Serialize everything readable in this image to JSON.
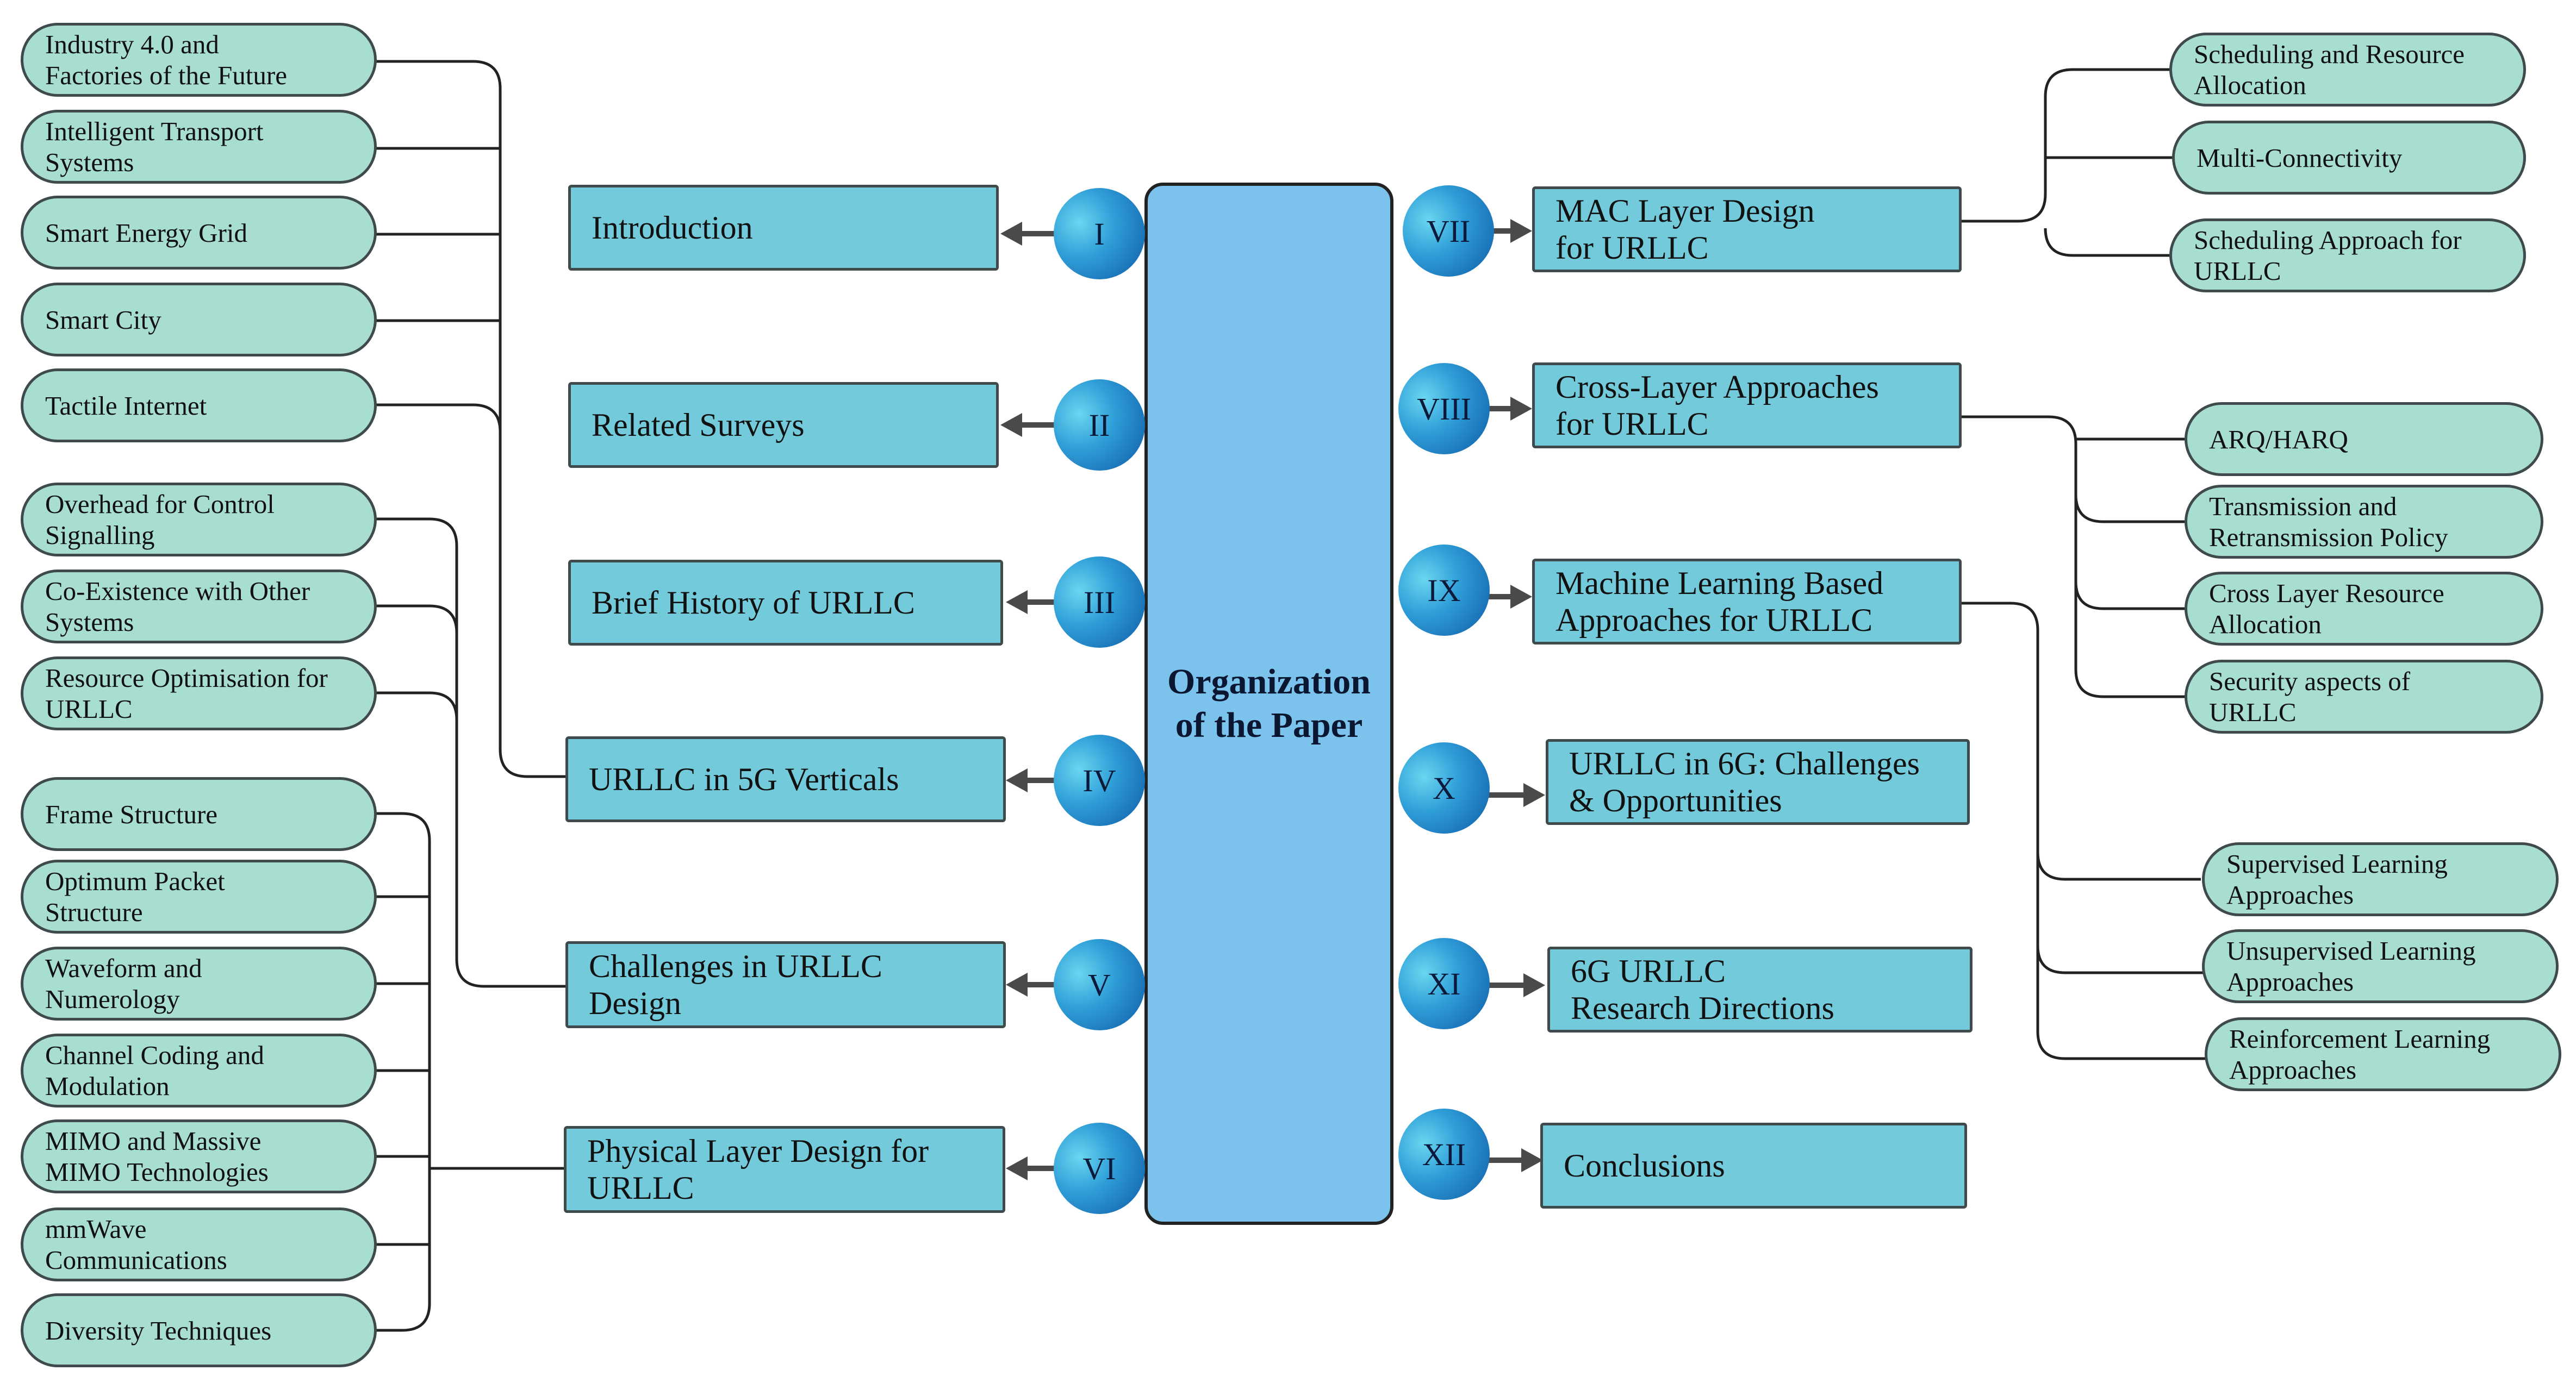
{
  "center_title": "Organization\nof the Paper",
  "left_sections": [
    {
      "numeral": "I",
      "title": "Introduction"
    },
    {
      "numeral": "II",
      "title": "Related Surveys"
    },
    {
      "numeral": "III",
      "title": "Brief History of URLLC"
    },
    {
      "numeral": "IV",
      "title": "URLLC in 5G Verticals"
    },
    {
      "numeral": "V",
      "title": "Challenges in URLLC\nDesign"
    },
    {
      "numeral": "VI",
      "title": "Physical Layer Design for\nURLLC"
    }
  ],
  "right_sections": [
    {
      "numeral": "VII",
      "title": "MAC Layer Design\nfor URLLC"
    },
    {
      "numeral": "VIII",
      "title": "Cross-Layer Approaches\nfor URLLC"
    },
    {
      "numeral": "IX",
      "title": "Machine Learning Based\nApproaches for URLLC"
    },
    {
      "numeral": "X",
      "title": "URLLC in 6G: Challenges\n& Opportunities"
    },
    {
      "numeral": "XI",
      "title": "6G URLLC\nResearch Directions"
    },
    {
      "numeral": "XII",
      "title": "Conclusions"
    }
  ],
  "verticals_items": [
    "Industry 4.0 and\nFactories of the Future",
    "Intelligent Transport\nSystems",
    "Smart Energy Grid",
    "Smart City",
    "Tactile Internet"
  ],
  "challenges_items": [
    "Overhead for Control\nSignalling",
    "Co-Existence with Other\nSystems",
    "Resource Optimisation for\nURLLC"
  ],
  "physical_items": [
    "Frame Structure",
    "Optimum Packet\nStructure",
    "Waveform and\nNumerology",
    "Channel Coding and\nModulation",
    "MIMO and Massive\nMIMO Technologies",
    "mmWave\nCommunications",
    "Diversity Techniques"
  ],
  "mac_items": [
    "Scheduling and Resource\nAllocation",
    "Multi-Connectivity",
    "Scheduling Approach for\nURLLC"
  ],
  "crosslayer_items": [
    "ARQ/HARQ",
    "Transmission and\nRetransmission Policy",
    "Cross Layer Resource\nAllocation",
    "Security aspects of\nURLLC"
  ],
  "ml_items": [
    "Supervised Learning\nApproaches",
    "Unsupervised Learning\nApproaches",
    "Reinforcement Learning\nApproaches"
  ],
  "colors": {
    "center_fill": "#7bc3ec",
    "section_fill": "#72cadb",
    "subtopic_fill": "#a8ddd2",
    "badge_light": "#6ad6f0",
    "badge_dark": "#0f5aa6",
    "outline": "#3f4a4c",
    "arrow": "#4a4a4a"
  }
}
